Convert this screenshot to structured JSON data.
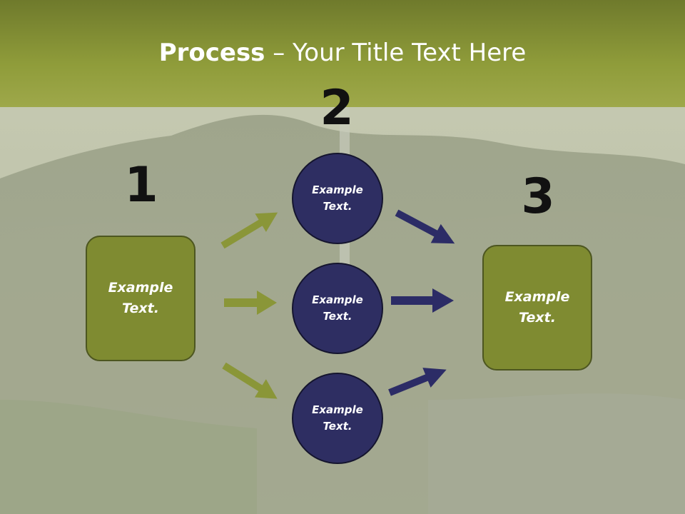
{
  "title": {
    "bold": "Process",
    "rest": " – Your Title Text Here"
  },
  "steps": {
    "one": "1",
    "two": "2",
    "three": "3"
  },
  "left_box": {
    "text": "Example Text."
  },
  "right_box": {
    "text": "Example Text."
  },
  "circles": [
    {
      "text": "Example Text."
    },
    {
      "text": "Example Text."
    },
    {
      "text": "Example Text."
    }
  ],
  "colors": {
    "olive": "#7f8b31",
    "navy": "#2e2e62",
    "olive_arrow": "#8a9638",
    "navy_arrow": "#2c2c66",
    "header": "#8f9c3a"
  }
}
